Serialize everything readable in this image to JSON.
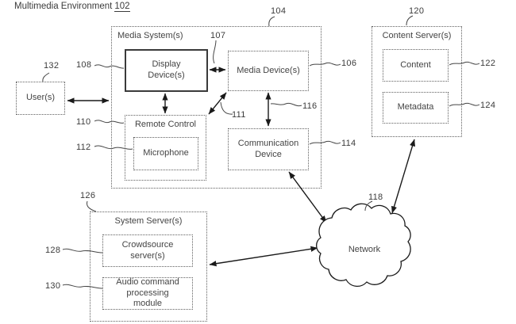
{
  "figure": {
    "title": "Multimedia Environment",
    "title_ref": "102"
  },
  "nodes": {
    "media_system": {
      "label": "Media System(s)",
      "ref": "104"
    },
    "display_device": {
      "label": "Display Device(s)",
      "ref": "108"
    },
    "media_device": {
      "label": "Media Device(s)",
      "ref": "106"
    },
    "remote_control": {
      "label": "Remote Control",
      "ref": "110"
    },
    "microphone": {
      "label": "Microphone",
      "ref": "112"
    },
    "communication_device": {
      "label": "Communication Device",
      "ref": "114"
    },
    "users": {
      "label": "User(s)",
      "ref": "132"
    },
    "content_server": {
      "label": "Content Server(s)",
      "ref": "120"
    },
    "content": {
      "label": "Content",
      "ref": "122"
    },
    "metadata": {
      "label": "Metadata",
      "ref": "124"
    },
    "system_server": {
      "label": "System Server(s)",
      "ref": "126"
    },
    "crowdsource_server": {
      "label": "Crowdsource server(s)",
      "ref": "128"
    },
    "audio_command_module": {
      "label": "Audio command processing module",
      "ref": "130"
    },
    "network": {
      "label": "Network",
      "ref": "118"
    }
  },
  "connector_refs": {
    "display_to_media_device": "107",
    "remote_to_media_device": "111",
    "media_device_to_comm_device": "116"
  },
  "colors": {
    "ink": "#1a1a1a",
    "dotted_border": "#5f5f5f",
    "text": "#3b3b3b",
    "background": "#ffffff"
  }
}
